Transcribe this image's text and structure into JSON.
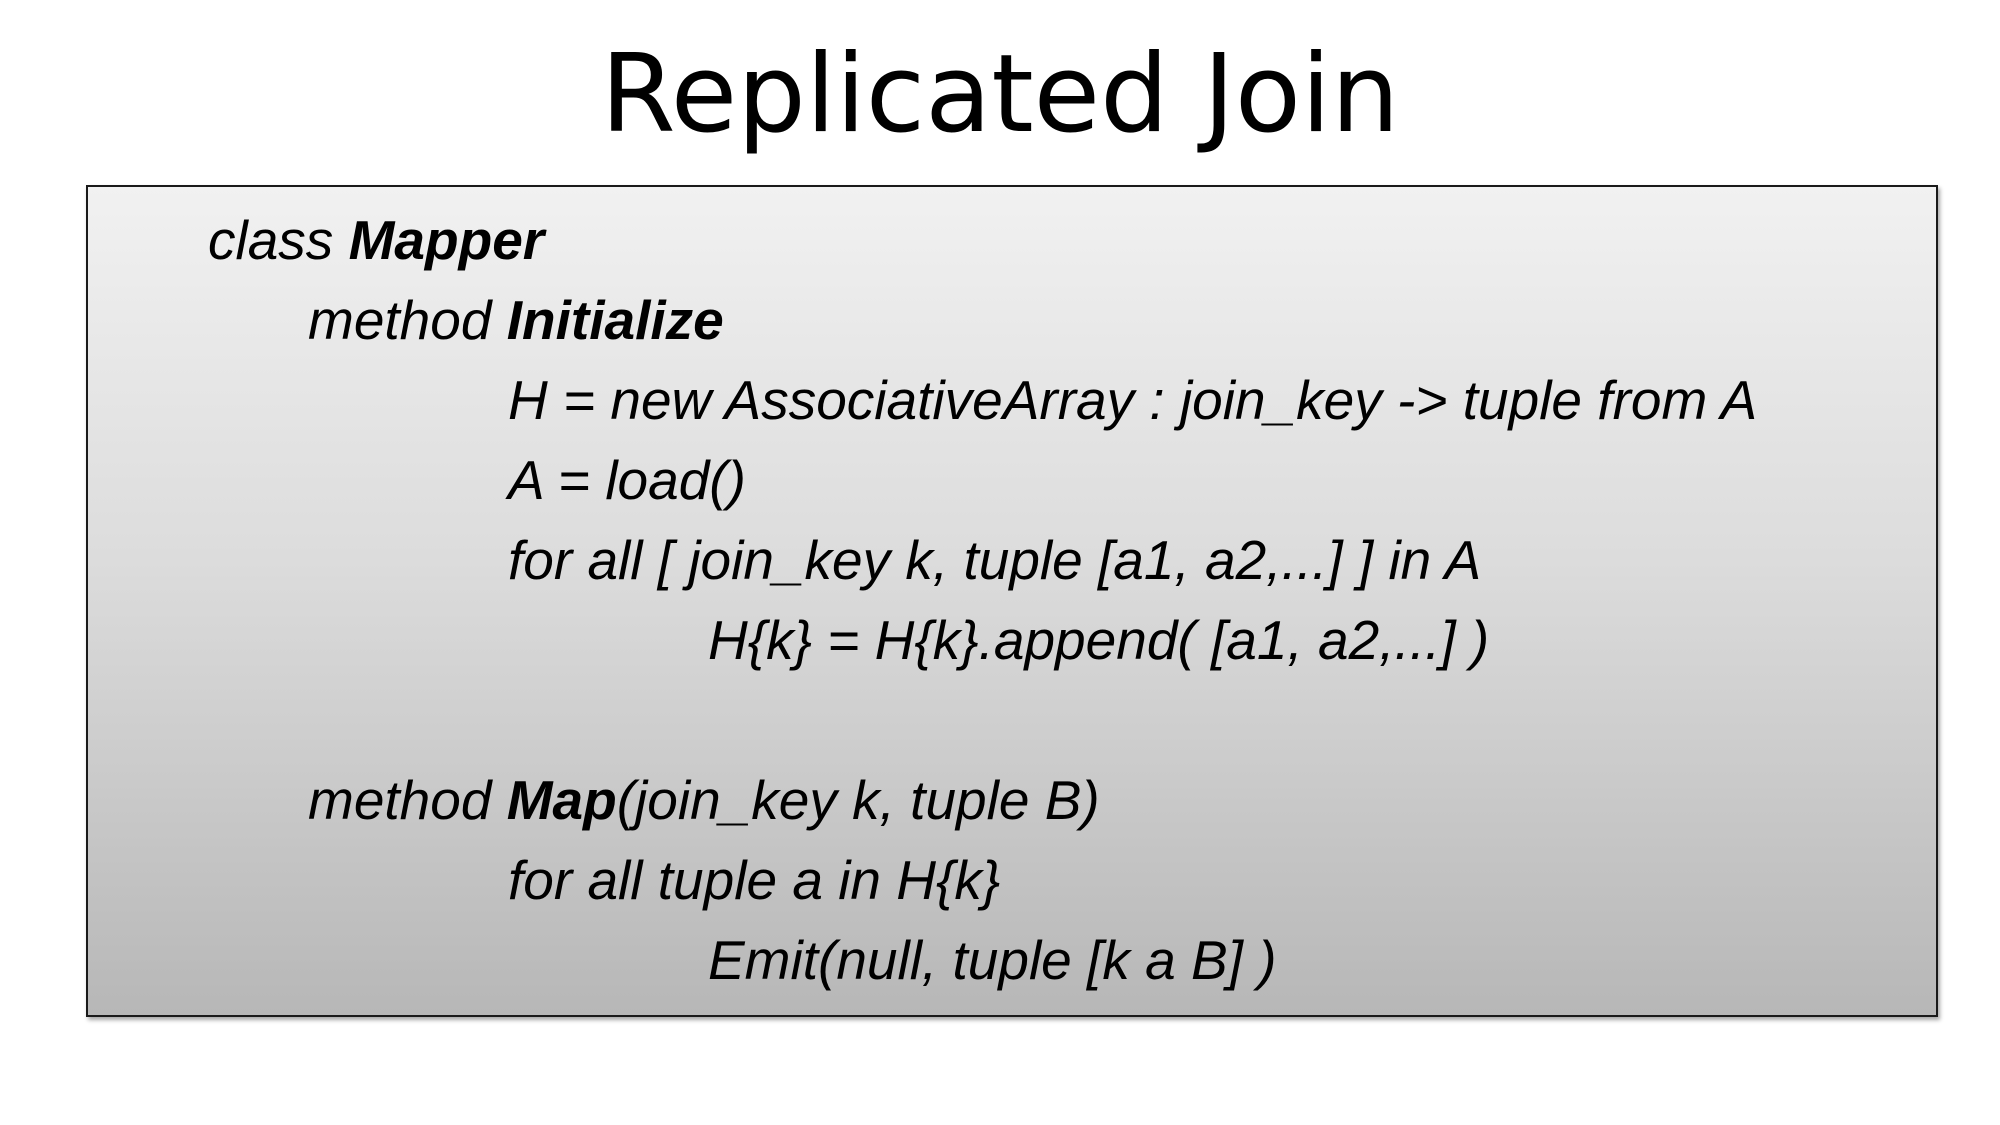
{
  "slide": {
    "title": "Replicated Join"
  },
  "code": {
    "l1_kw": "class ",
    "l1_name": "Mapper",
    "l2_kw": "method ",
    "l2_name": "Initialize",
    "l3": "H = new AssociativeArray : join_key -> tuple from A",
    "l4": "A = load()",
    "l5": "for all [ join_key k, tuple [a1, a2,...] ] in A",
    "l6": "H{k} = H{k}.append( [a1, a2,...] )",
    "l8_kw": "method ",
    "l8_name": "Map",
    "l8_args": "(join_key k, tuple B)",
    "l9": "for all tuple a in H{k}",
    "l10": "Emit(null, tuple [k a B] )"
  }
}
